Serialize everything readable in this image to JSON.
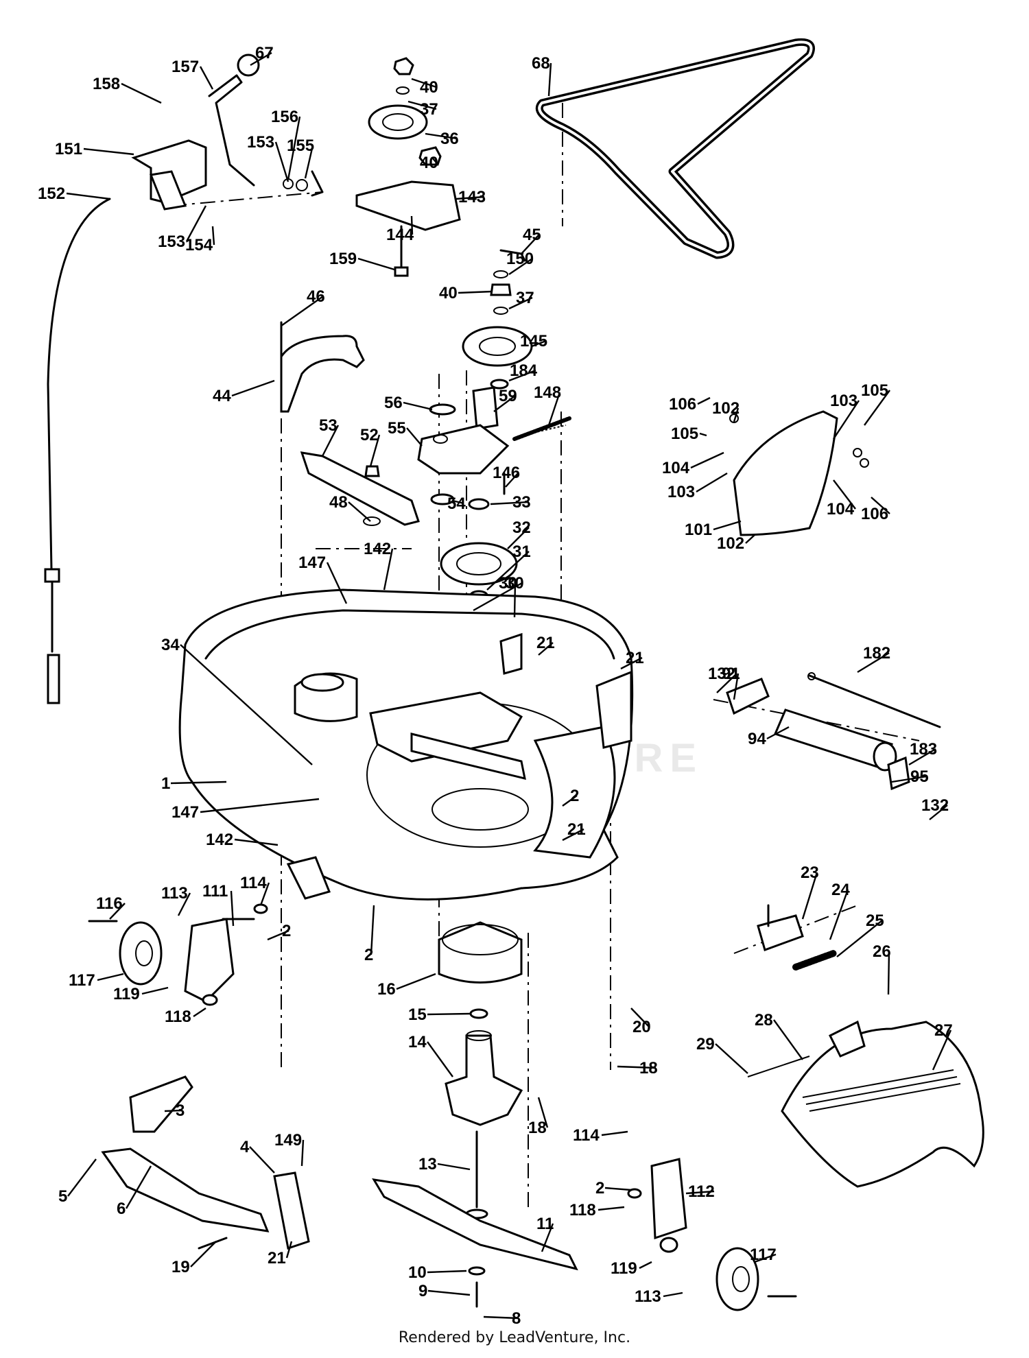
{
  "diagram": {
    "watermark": "LEADVENTURE",
    "callouts": [
      "1",
      "2",
      "3",
      "4",
      "5",
      "6",
      "8",
      "9",
      "10",
      "11",
      "13",
      "14",
      "15",
      "16",
      "18",
      "19",
      "20",
      "21",
      "23",
      "24",
      "25",
      "26",
      "27",
      "28",
      "29",
      "30",
      "31",
      "32",
      "33",
      "34",
      "36",
      "37",
      "40",
      "44",
      "45",
      "46",
      "48",
      "52",
      "53",
      "54",
      "55",
      "56",
      "59",
      "67",
      "68",
      "91",
      "94",
      "95",
      "101",
      "102",
      "103",
      "104",
      "105",
      "106",
      "111",
      "112",
      "113",
      "114",
      "116",
      "117",
      "118",
      "119",
      "132",
      "142",
      "143",
      "144",
      "145",
      "146",
      "147",
      "148",
      "149",
      "150",
      "151",
      "152",
      "153",
      "154",
      "155",
      "156",
      "157",
      "158",
      "159",
      "182",
      "183",
      "184"
    ]
  },
  "footer": {
    "text": "Rendered by LeadVenture, Inc."
  }
}
